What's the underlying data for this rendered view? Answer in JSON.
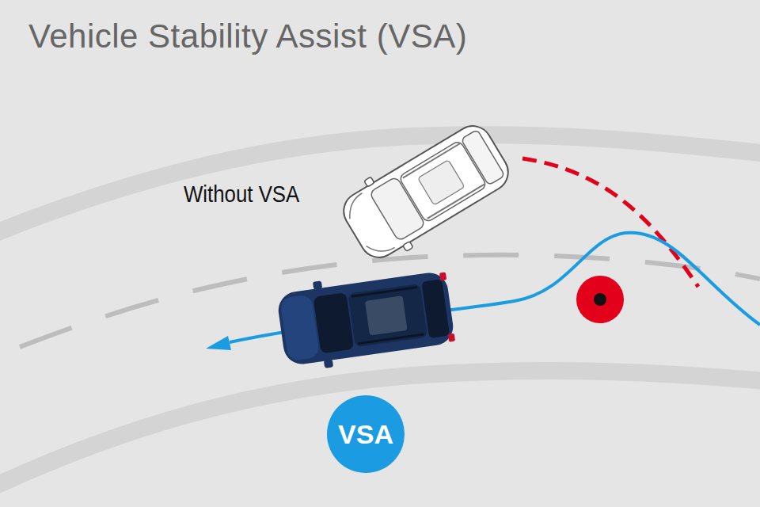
{
  "diagram": {
    "title": "Vehicle Stability Assist (VSA)",
    "nodes": [
      {
        "text": [
          "VSA"
        ]
      }
    ],
    "labels": [
      "Without VSA"
    ]
  }
}
